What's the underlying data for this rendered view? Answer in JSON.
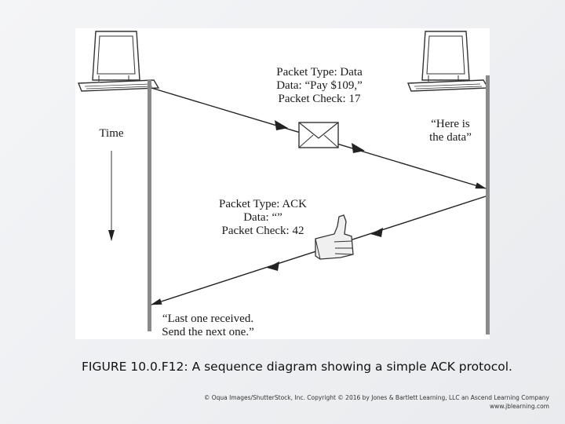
{
  "diagram": {
    "data_packet_label": "Packet Type: Data\nData: “Pay $109,”\nPacket Check: 17",
    "receiver_note": "“Here is\nthe data”",
    "time_label": "Time",
    "ack_packet_label": "Packet Type: ACK\nData: “”\nPacket Check: 42",
    "sender_note": "“Last one received.\nSend the next one.”"
  },
  "caption": {
    "figure_id": "FIGURE 10.0.F12:",
    "text": " A sequence diagram showing a simple ACK protocol."
  },
  "credit": {
    "line1": "© Oqua Images/ShutterStock, Inc. Copyright © 2016 by Jones & Bartlett Learning, LLC an Ascend Learning Company",
    "line2": "www.jblearning.com"
  },
  "colors": {
    "panel": "#ffffff",
    "line": "#222222",
    "timeline_bar": "#8a8a8a"
  }
}
